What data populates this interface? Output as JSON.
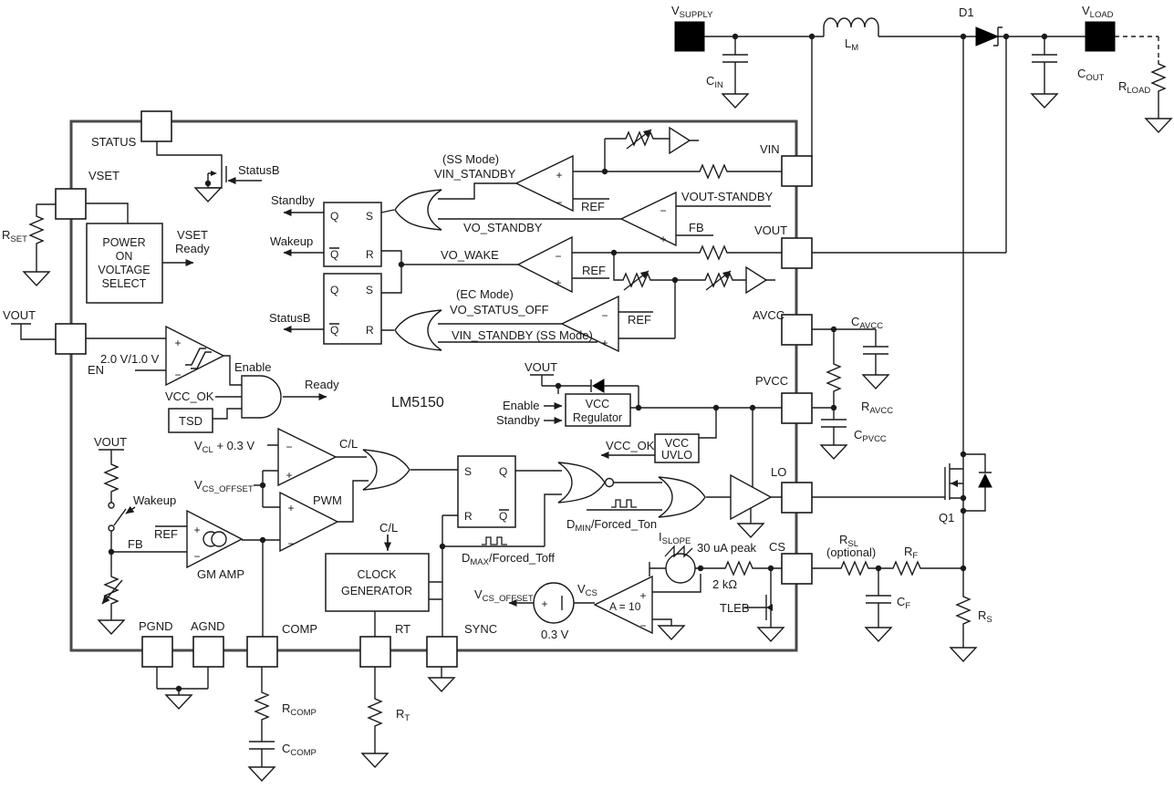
{
  "l": {
    "chip": {
      "t": "LM5150"
    },
    "vsupply": {
      "m": "V",
      "s": "SUPPLY"
    },
    "vload": {
      "m": "V",
      "s": "LOAD"
    },
    "cin": {
      "m": "C",
      "s": "IN"
    },
    "cout": {
      "m": "C",
      "s": "OUT"
    },
    "lm": {
      "m": "L",
      "s": "M"
    },
    "d1": {
      "t": "D1"
    },
    "rload": {
      "m": "R",
      "s": "LOAD"
    },
    "rset": {
      "m": "R",
      "s": "SET"
    },
    "rsl": {
      "m": "R",
      "s": "SL"
    },
    "rsl_opt": {
      "t": "(optional)"
    },
    "rfres": {
      "m": "R",
      "s": "F"
    },
    "cf": {
      "m": "C",
      "s": "F"
    },
    "rs": {
      "m": "R",
      "s": "S"
    },
    "q1": {
      "t": "Q1"
    },
    "cavcc": {
      "m": "C",
      "s": "AVCC"
    },
    "ravcc": {
      "m": "R",
      "s": "AVCC"
    },
    "cpvcc": {
      "m": "C",
      "s": "PVCC"
    },
    "rcomp": {
      "m": "R",
      "s": "COMP"
    },
    "ccomp": {
      "m": "C",
      "s": "COMP"
    },
    "rtres": {
      "m": "R",
      "s": "T"
    },
    "pin_status": {
      "t": "STATUS"
    },
    "pin_vset": {
      "t": "VSET"
    },
    "pin_en": {
      "t": "EN"
    },
    "pin_vin": {
      "t": "VIN"
    },
    "pin_vout": {
      "t": "VOUT"
    },
    "pin_avcc": {
      "t": "AVCC"
    },
    "pin_pvcc": {
      "t": "PVCC"
    },
    "pin_lo": {
      "t": "LO"
    },
    "pin_cs": {
      "t": "CS"
    },
    "pin_pgnd": {
      "t": "PGND"
    },
    "pin_agnd": {
      "t": "AGND"
    },
    "pin_comp": {
      "t": "COMP"
    },
    "pin_rt": {
      "t": "RT"
    },
    "pin_sync": {
      "t": "SYNC"
    },
    "vout_ext": {
      "t": "VOUT"
    },
    "statusb_fet": {
      "t": "StatusB"
    },
    "power_block": {
      "l1": "POWER",
      "l2": "ON",
      "l3": "VOLTAGE",
      "l4": "SELECT"
    },
    "vset_ready": {
      "l1": "VSET",
      "l2": "Ready"
    },
    "standby": {
      "t": "Standby"
    },
    "wakeup": {
      "t": "Wakeup"
    },
    "statusb2": {
      "t": "StatusB"
    },
    "latch": {
      "q": "Q",
      "s": "S",
      "r": "R",
      "qb": "Q"
    },
    "ss_mode": {
      "t": "(SS Mode)"
    },
    "vin_standby": {
      "t": "VIN_STANDBY"
    },
    "ref": {
      "t": "REF"
    },
    "vo_standby": {
      "t": "VO_STANDBY"
    },
    "vout_standby_cmp": {
      "t": "VOUT-STANDBY"
    },
    "fb": {
      "t": "FB"
    },
    "vo_wake": {
      "t": "VO_WAKE"
    },
    "ec_mode": {
      "t": "(EC Mode)"
    },
    "vo_status_off": {
      "t": "VO_STATUS_OFF"
    },
    "vin_standby_ss": {
      "t": "VIN_STANDBY (SS Mode)"
    },
    "en_thresh": {
      "t": "2.0 V/1.0 V"
    },
    "enable": {
      "t": "Enable"
    },
    "vcc_ok": {
      "t": "VCC_OK"
    },
    "tsd": {
      "t": "TSD"
    },
    "ready": {
      "t": "Ready"
    },
    "vcl": {
      "m": "V",
      "s": "CL",
      "t": " + 0.3 V"
    },
    "cl": {
      "t": "C/L"
    },
    "pwm": {
      "t": "PWM"
    },
    "vcs_offset": {
      "m": "V",
      "s": "CS_OFFSET"
    },
    "vout_int": {
      "t": "VOUT"
    },
    "gm_amp": {
      "t": "GM AMP"
    },
    "clock": {
      "l1": "CLOCK",
      "l2": "GENERATOR"
    },
    "dmax": {
      "m": "D",
      "s": "MAX",
      "t": "/Forced_Toff"
    },
    "dmin": {
      "m": "D",
      "s": "MIN",
      "t": "/Forced_Ton"
    },
    "v03": {
      "t": "0.3 V"
    },
    "vcs": {
      "m": "V",
      "s": "CS"
    },
    "a10": {
      "t": "A = 10"
    },
    "islope": {
      "m": "I",
      "s": "SLOPE"
    },
    "peak": {
      "t": "30 uA peak"
    },
    "twok": {
      "t": "2 kΩ"
    },
    "tleb": {
      "t": "TLEB"
    },
    "vcc_reg": {
      "l1": "VCC",
      "l2": "Regulator"
    },
    "vout_reg": {
      "t": "VOUT"
    },
    "enable2": {
      "t": "Enable"
    },
    "standby2": {
      "t": "Standby"
    },
    "vcc_ok2": {
      "t": "VCC_OK"
    },
    "vcc_uvlo": {
      "l1": "VCC",
      "l2": "UVLO"
    },
    "signs": {
      "plus": "+",
      "minus": "−"
    }
  },
  "colors": {
    "ink": "#1a1a1a",
    "background": "#ffffff",
    "ic_border": "#4a4a4a"
  }
}
